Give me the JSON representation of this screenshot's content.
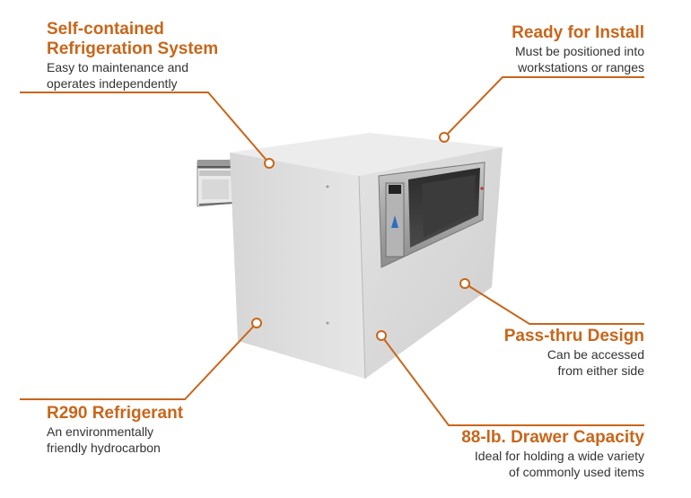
{
  "accent_color": "#c8661a",
  "callouts": [
    {
      "title": "Self-contained Refrigeration System",
      "title_lines": [
        "Self-contained",
        "Refrigeration System"
      ],
      "desc_lines": [
        "Easy to maintenance and",
        "operates independently"
      ]
    },
    {
      "title": "Ready for Install",
      "title_lines": [
        "Ready for Install"
      ],
      "desc_lines": [
        "Must be positioned into",
        "workstations or ranges"
      ]
    },
    {
      "title": "Pass-thru Design",
      "title_lines": [
        "Pass-thru Design"
      ],
      "desc_lines": [
        "Can be accessed",
        "from either side"
      ]
    },
    {
      "title": "R290 Refrigerant",
      "title_lines": [
        "R290 Refrigerant"
      ],
      "desc_lines": [
        "An environmentally",
        "friendly hydrocarbon"
      ]
    },
    {
      "title": "88-lb. Drawer Capacity",
      "title_lines": [
        "88-lb. Drawer Capacity"
      ],
      "desc_lines": [
        "Ideal for holding a wide variety",
        "of commonly used items"
      ]
    }
  ]
}
